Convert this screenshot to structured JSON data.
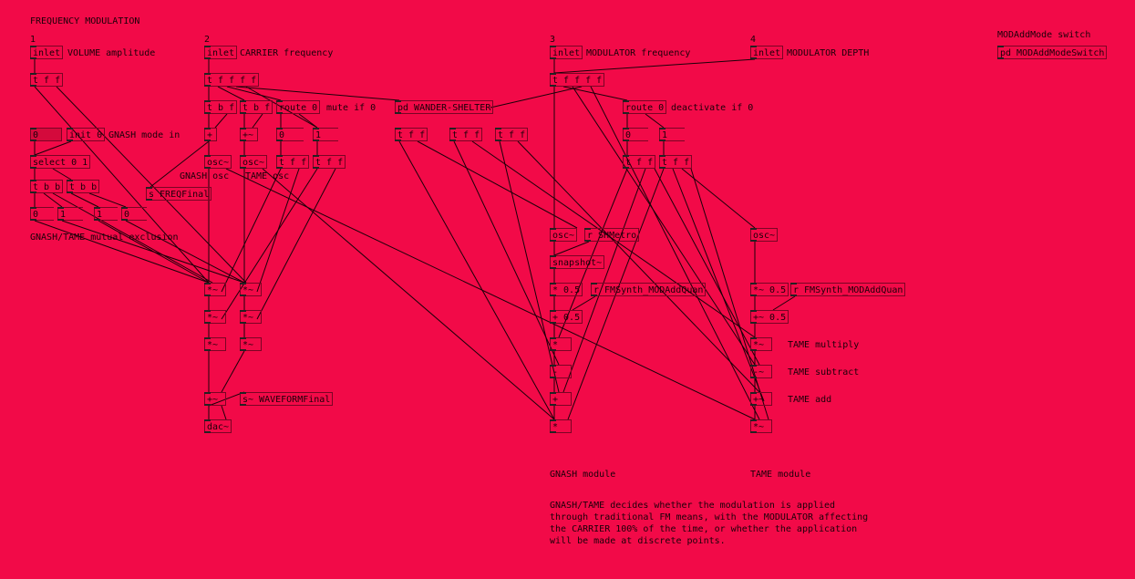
{
  "window": {
    "title": "FREQUENCY MODULATION"
  },
  "inlets": [
    {
      "index": "1",
      "label": "VOLUME amplitude"
    },
    {
      "index": "2",
      "label": "CARRIER frequency"
    },
    {
      "index": "3",
      "label": "MODULATOR frequency"
    },
    {
      "index": "4",
      "label": "MODULATOR DEPTH"
    }
  ],
  "objects": {
    "inlet": "inlet",
    "tff": "t f f",
    "tfffff": "t f f f f",
    "tffff": "t f f f f",
    "tbf": "t b f",
    "tbb": "t b b",
    "route0": "route 0",
    "wander": "pd WANDER-SHELTER",
    "init0": "init 0",
    "select": "select 0 1",
    "sfreq": "s FREQFinal",
    "plus": "+",
    "plus_tilde": "+~",
    "osc": "osc~",
    "mul": "*~",
    "mul_half": "*~ 0.5",
    "plus_half": "+~ 0.5",
    "star_half": "* 0.5",
    "plus_half_ctl": "+ 0.5",
    "star": "*",
    "minus": "-",
    "minus_tilde": "-~",
    "swave": "s~ WAVEFORMFinal",
    "dac": "dac~",
    "rsh": "r SHMetro",
    "snapshot": "snapshot~",
    "rfm": "r FMSynth_MODAddQuan",
    "modsw": "pd MODAddModeSwitch"
  },
  "numbers": {
    "zero": "0",
    "one": "1"
  },
  "comments": {
    "gnash_mode": "GNASH mode in",
    "mute": "mute if 0",
    "deactivate": "deactivate if 0",
    "gnash_osc": "GNASH osc",
    "tame_osc": "TAME osc",
    "mutual": "GNASH/TAME mutual exclusion",
    "tame_multiply": "TAME multiply",
    "tame_subtract": "TAME subtract",
    "tame_add": "TAME add",
    "gnash_module": "GNASH module",
    "tame_module": "TAME module",
    "modsw_title": "MODAddMode switch",
    "explanation": "GNASH/TAME decides whether the modulation is applied\nthrough traditional FM means, with the MODULATOR affecting\nthe CARRIER 100% of the time, or whether the application\nwill be made at discrete points."
  },
  "colors": {
    "background": "#f20a48",
    "wire": "#1a0008",
    "box_border": "#7a0424"
  }
}
